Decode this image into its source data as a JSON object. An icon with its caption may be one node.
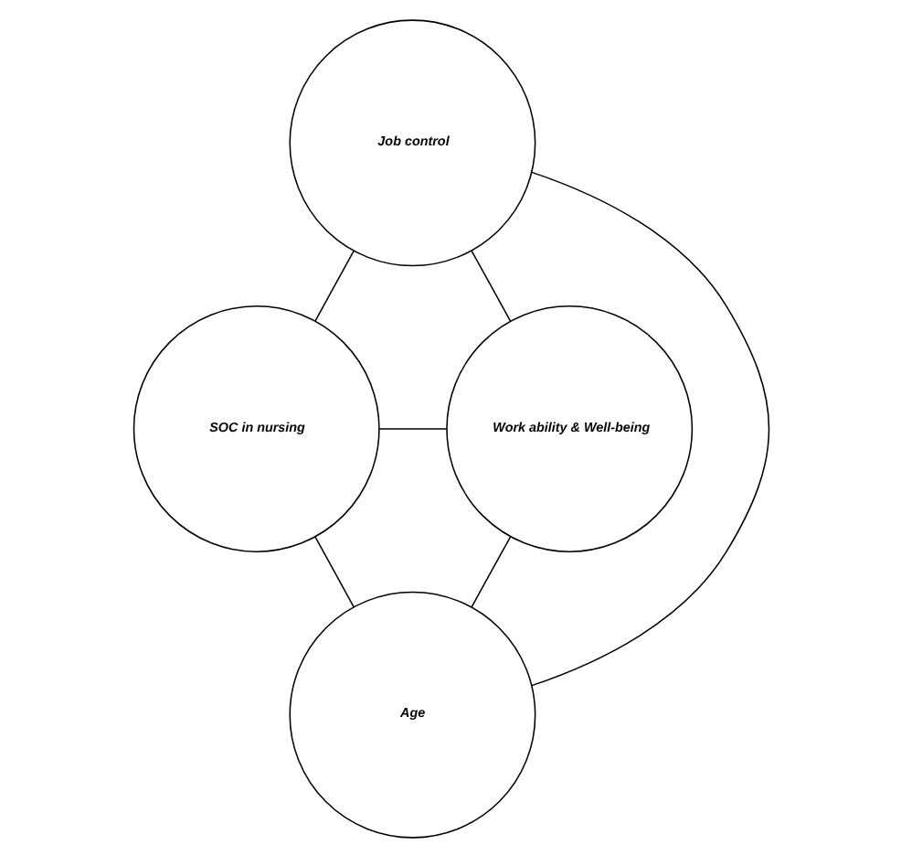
{
  "diagram": {
    "nodes": [
      {
        "text": [
          "Job control"
        ]
      },
      {
        "text": [
          "SOC in nursing"
        ]
      },
      {
        "text": [
          "Work ability & Well-being"
        ]
      },
      {
        "text": [
          "Age"
        ]
      }
    ],
    "edges": [
      {
        "from": 0,
        "to": 1,
        "arrow": "none"
      },
      {
        "from": 0,
        "to": 2,
        "arrow": "none"
      },
      {
        "from": 0,
        "to": 3,
        "arrow": "none"
      },
      {
        "from": 1,
        "to": 2,
        "arrow": "none"
      },
      {
        "from": 1,
        "to": 3,
        "arrow": "none"
      },
      {
        "from": 2,
        "to": 3,
        "arrow": "none"
      }
    ]
  }
}
